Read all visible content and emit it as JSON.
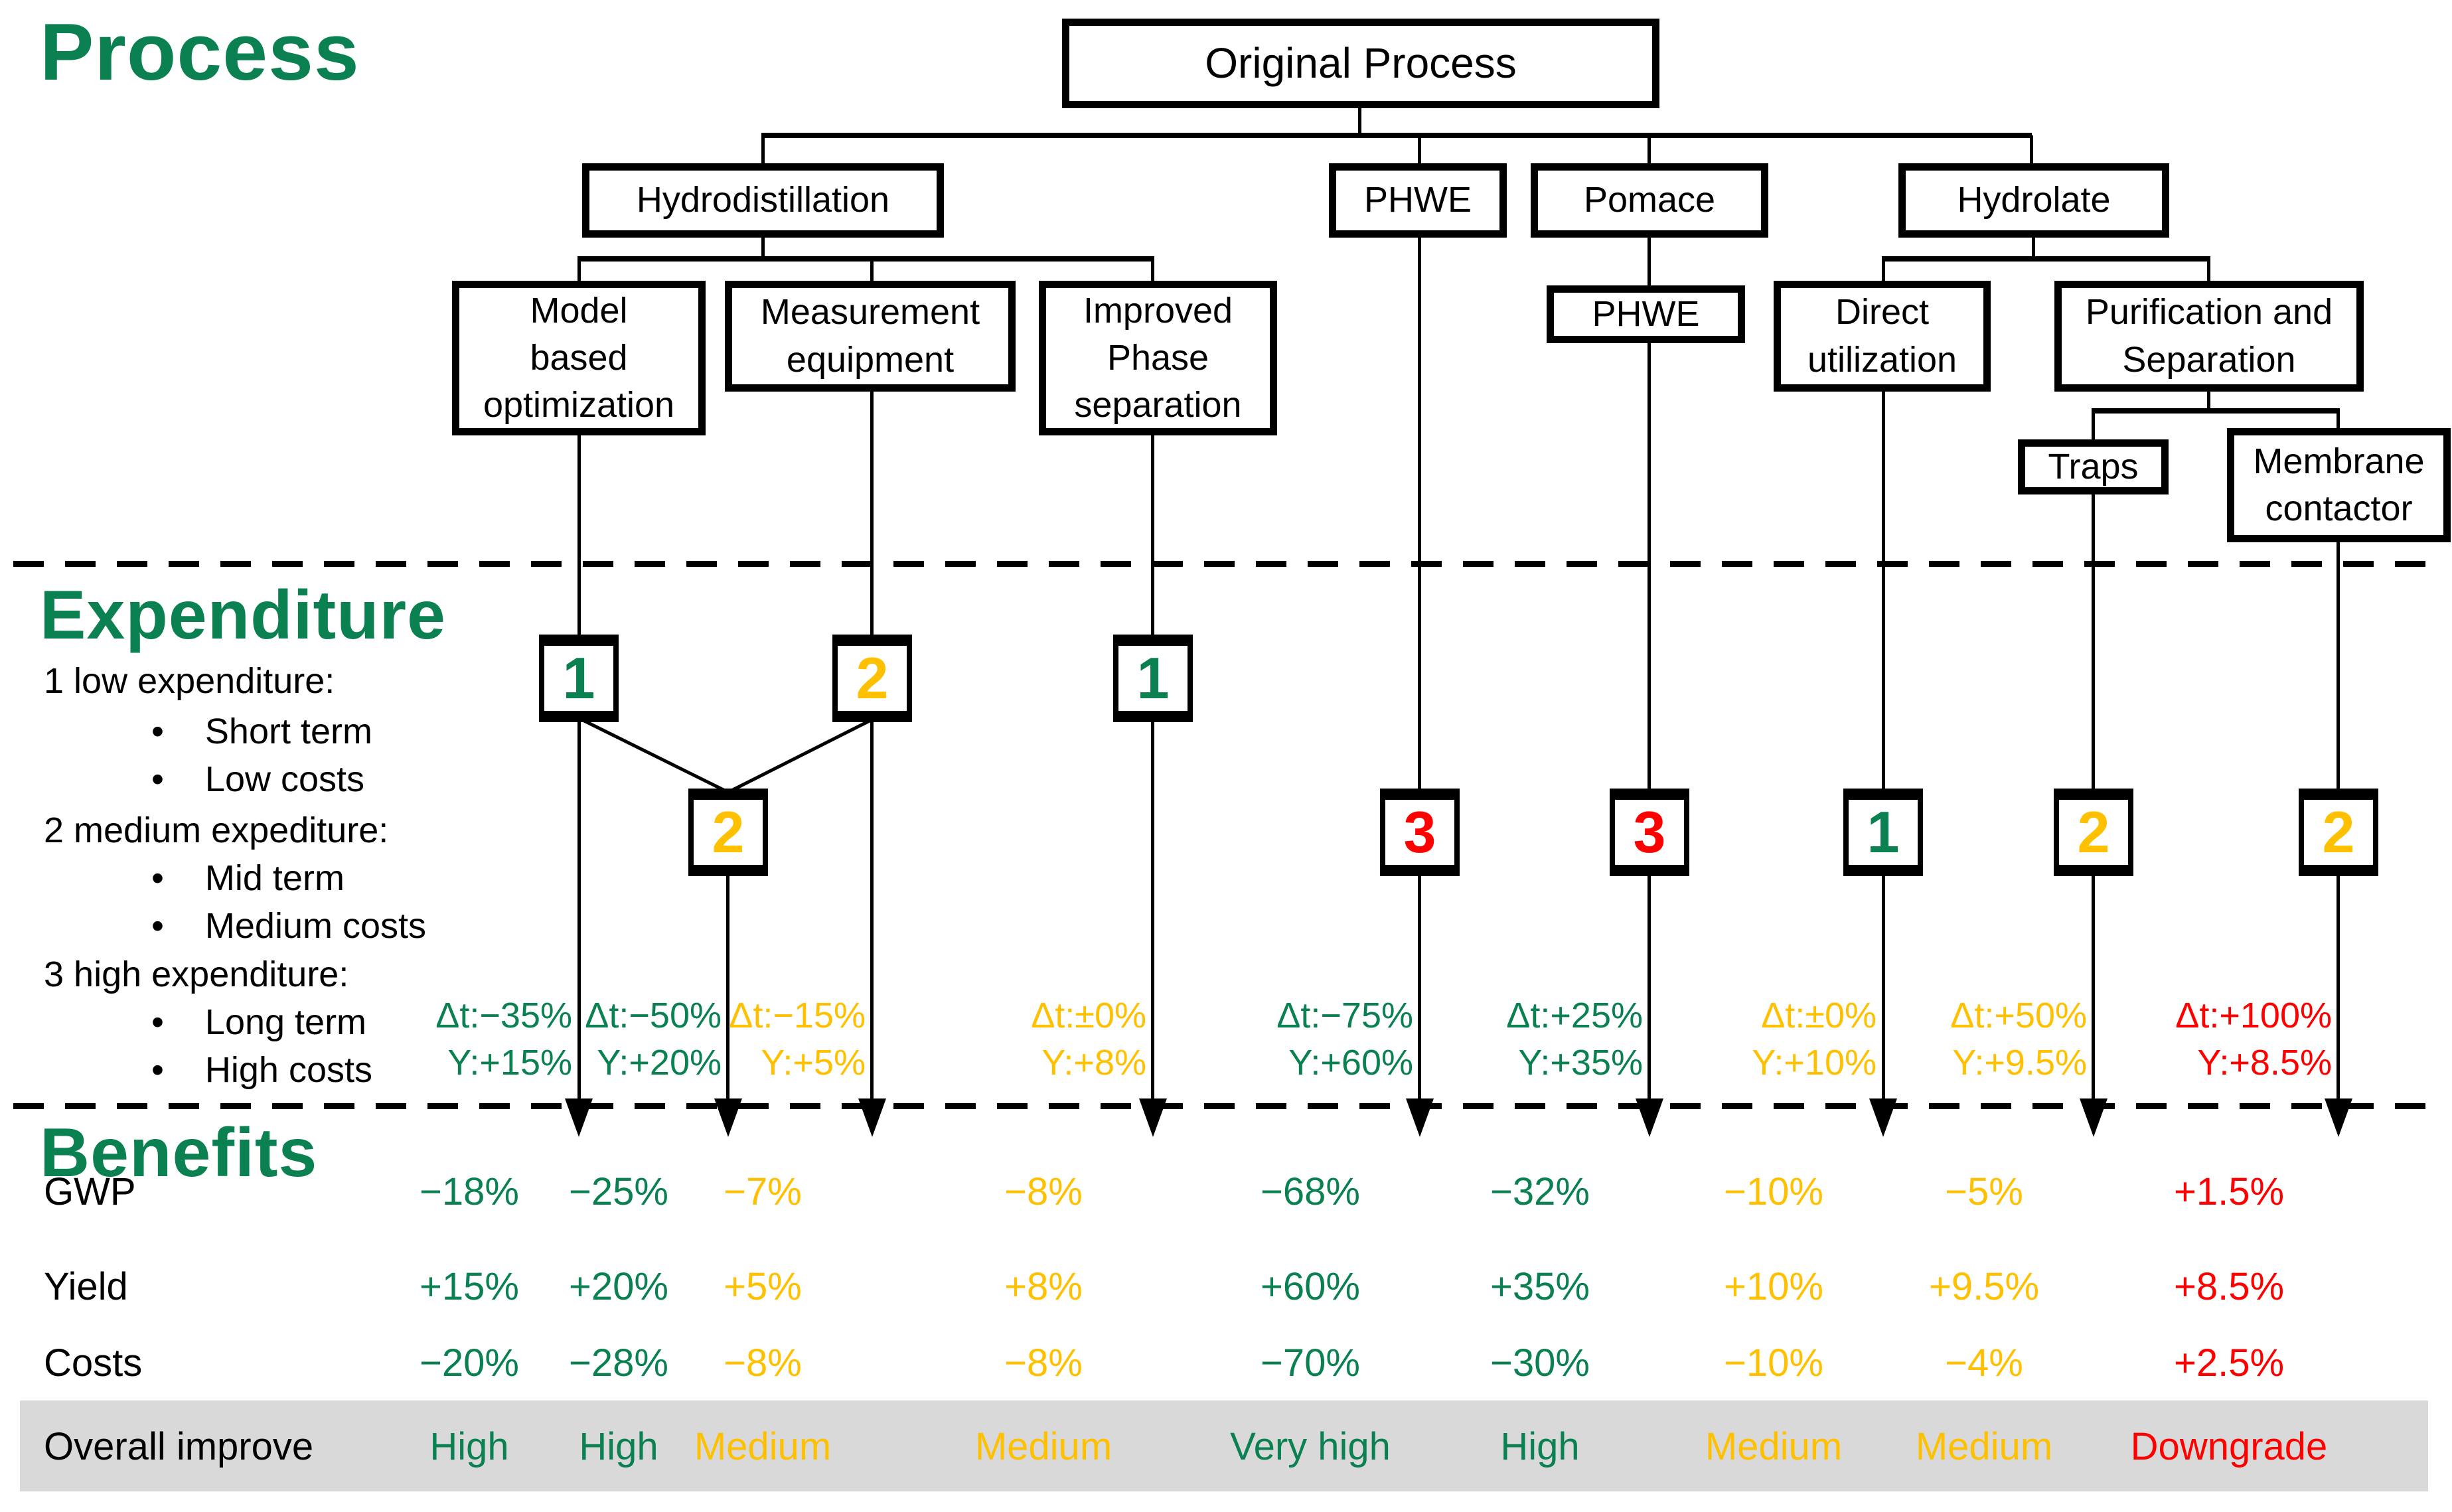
{
  "colors": {
    "green": "#0b8152",
    "yellow": "#ffc000",
    "red": "#ff0000",
    "black": "#000000",
    "gray_band": "#d9d9d9"
  },
  "headers": {
    "process": "Process",
    "expenditure": "Expenditure",
    "benefits": "Benefits"
  },
  "tree": {
    "root": "Original Process",
    "hydrodistillation": "Hydrodistillation",
    "phwe": "PHWE",
    "pomace": "Pomace",
    "hydrolate": "Hydrolate",
    "model_based": "Model based optimization",
    "measurement": "Measurement equipment",
    "improved_phase": "Improved Phase separation",
    "pomace_phwe": "PHWE",
    "direct_utilization": "Direct utilization",
    "purification": "Purification and Separation",
    "traps": "Traps",
    "membrane": "Membrane contactor"
  },
  "legend": {
    "bullet": "•",
    "item1": "1 low expenditure:",
    "item1_b1": "Short term",
    "item1_b2": "Low costs",
    "item2": "2 medium expediture:",
    "item2_b1": "Mid term",
    "item2_b2": "Medium costs",
    "item3": "3 high expenditure:",
    "item3_b1": "Long term",
    "item3_b2": "High costs"
  },
  "row_labels": {
    "gwp": "GWP",
    "yield": "Yield",
    "costs": "Costs",
    "overall": "Overall improve"
  },
  "columns": [
    {
      "name": "model-based-optimization",
      "level": "1",
      "level_color": "green",
      "dt": "Δt:−35%",
      "y": "Y:+15%",
      "dt_color": "green",
      "gwp": "−18%",
      "yield": "+15%",
      "costs": "−20%",
      "overall": "High",
      "value_color": "green"
    },
    {
      "name": "combined-optimization-measurement",
      "level": "2",
      "level_color": "yellow",
      "dt": "Δt:−50%",
      "y": "Y:+20%",
      "dt_color": "green",
      "gwp": "−25%",
      "yield": "+20%",
      "costs": "−28%",
      "overall": "High",
      "value_color": "green"
    },
    {
      "name": "measurement-equipment",
      "level": "2",
      "level_color": "yellow",
      "dt": "Δt:−15%",
      "y": "Y:+5%",
      "dt_color": "yellow",
      "gwp": "−7%",
      "yield": "+5%",
      "costs": "−8%",
      "overall": "Medium",
      "value_color": "yellow"
    },
    {
      "name": "improved-phase-separation",
      "level": "1",
      "level_color": "green",
      "dt": "Δt:±0%",
      "y": "Y:+8%",
      "dt_color": "yellow",
      "gwp": "−8%",
      "yield": "+8%",
      "costs": "−8%",
      "overall": "Medium",
      "value_color": "yellow"
    },
    {
      "name": "phwe",
      "level": "3",
      "level_color": "red",
      "dt": "Δt:−75%",
      "y": "Y:+60%",
      "dt_color": "green",
      "gwp": "−68%",
      "yield": "+60%",
      "costs": "−70%",
      "overall": "Very high",
      "value_color": "green"
    },
    {
      "name": "pomace-phwe",
      "level": "3",
      "level_color": "red",
      "dt": "Δt:+25%",
      "y": "Y:+35%",
      "dt_color": "green",
      "gwp": "−32%",
      "yield": "+35%",
      "costs": "−30%",
      "overall": "High",
      "value_color": "green"
    },
    {
      "name": "direct-utilization",
      "level": "1",
      "level_color": "green",
      "dt": "Δt:±0%",
      "y": "Y:+10%",
      "dt_color": "yellow",
      "gwp": "−10%",
      "yield": "+10%",
      "costs": "−10%",
      "overall": "Medium",
      "value_color": "yellow"
    },
    {
      "name": "traps",
      "level": "2",
      "level_color": "yellow",
      "dt": "Δt:+50%",
      "y": "Y:+9.5%",
      "dt_color": "yellow",
      "gwp": "−5%",
      "yield": "+9.5%",
      "costs": "−4%",
      "overall": "Medium",
      "value_color": "yellow"
    },
    {
      "name": "membrane-contactor",
      "level": "2",
      "level_color": "yellow",
      "dt": "Δt:+100%",
      "y": "Y:+8.5%",
      "dt_color": "red",
      "gwp": "+1.5%",
      "yield": "+8.5%",
      "costs": "+2.5%",
      "overall": "Downgrade",
      "value_color": "red"
    }
  ]
}
